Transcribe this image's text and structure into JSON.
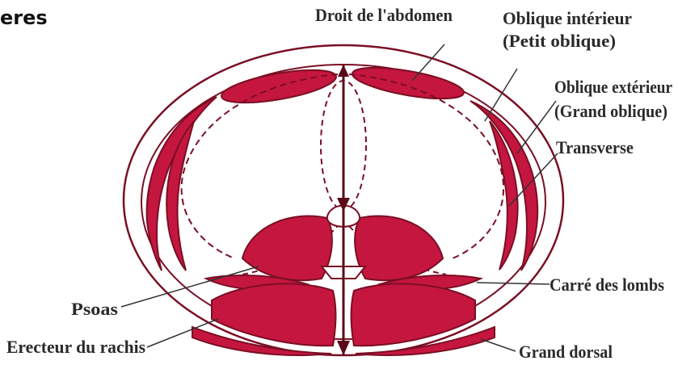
{
  "header": {
    "text": "eres"
  },
  "labels": {
    "droit": "Droit de l'abdomen",
    "oblique_int_1": "Oblique intérieur",
    "oblique_int_2": "(Petit oblique)",
    "oblique_ext_1": "Oblique extérieur",
    "oblique_ext_2": "(Grand oblique)",
    "transverse": "Transverse",
    "carre": "Carré des lombs",
    "psoas": "Psoas",
    "erecteur": "Erecteur du rachis",
    "grand_dorsal": "Grand dorsal"
  },
  "colors": {
    "muscle": "#c5163f",
    "outline": "#7a0f24",
    "line": "#5a0a18"
  }
}
